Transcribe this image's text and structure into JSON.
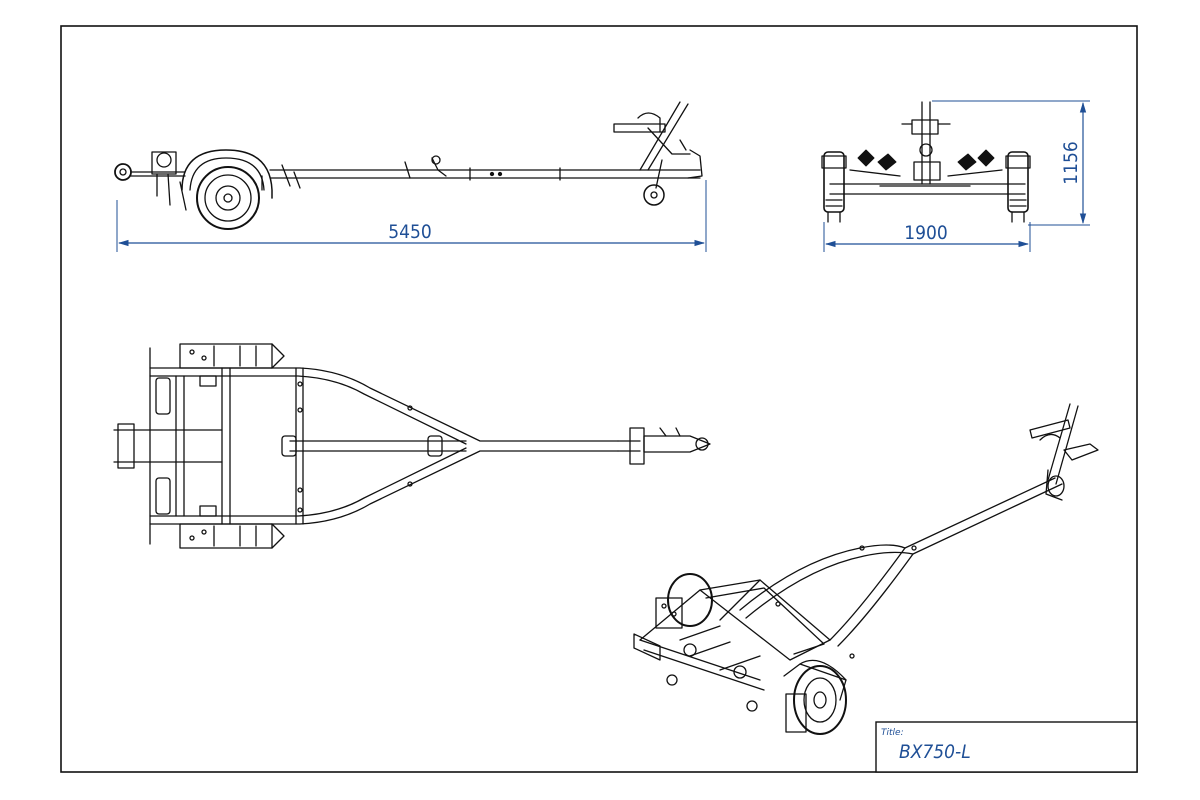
{
  "drawing": {
    "views": [
      "side-view",
      "rear-view",
      "top-view",
      "isometric-view"
    ]
  },
  "dimensions": {
    "overall_length": "5450",
    "overall_width": "1900",
    "overall_height": "1156"
  },
  "title_block": {
    "label": "Title:",
    "value": "BX750-L"
  },
  "colors": {
    "dimension": "#1f4f96",
    "line": "#111111",
    "background": "#ffffff"
  }
}
